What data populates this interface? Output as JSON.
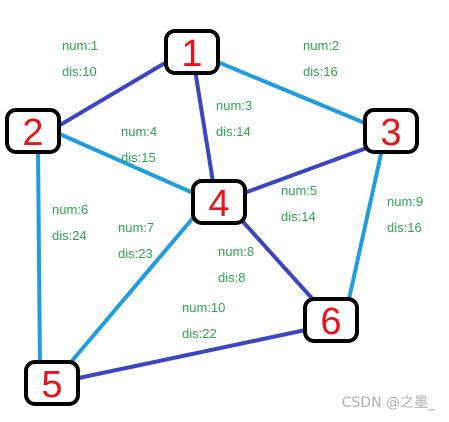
{
  "nodes": [
    {
      "id": "1",
      "label": "1"
    },
    {
      "id": "2",
      "label": "2"
    },
    {
      "id": "3",
      "label": "3"
    },
    {
      "id": "4",
      "label": "4"
    },
    {
      "id": "5",
      "label": "5"
    },
    {
      "id": "6",
      "label": "6"
    }
  ],
  "edges": [
    {
      "from": "1",
      "to": "2",
      "num": "num:1",
      "dis": "dis:10",
      "color": "#3b46c4"
    },
    {
      "from": "1",
      "to": "3",
      "num": "num:2",
      "dis": "dis:16",
      "color": "#1f9de0"
    },
    {
      "from": "1",
      "to": "4",
      "num": "num:3",
      "dis": "dis:14",
      "color": "#3b46c4"
    },
    {
      "from": "2",
      "to": "4",
      "num": "num:4",
      "dis": "dis:15",
      "color": "#1f9de0"
    },
    {
      "from": "3",
      "to": "4",
      "num": "num:5",
      "dis": "dis:14",
      "color": "#3b46c4"
    },
    {
      "from": "2",
      "to": "5",
      "num": "num:6",
      "dis": "dis:24",
      "color": "#1f9de0"
    },
    {
      "from": "4",
      "to": "5",
      "num": "num:7",
      "dis": "dis:23",
      "color": "#1f9de0"
    },
    {
      "from": "4",
      "to": "6",
      "num": "num:8",
      "dis": "dis:8",
      "color": "#3b46c4"
    },
    {
      "from": "3",
      "to": "6",
      "num": "num:9",
      "dis": "dis:16",
      "color": "#1f9de0"
    },
    {
      "from": "5",
      "to": "6",
      "num": "num:10",
      "dis": "dis:22",
      "color": "#3b46c4"
    }
  ],
  "colors": {
    "node_label": "#e8141b",
    "edge_label": "#2ea34f",
    "node_border": "#000000"
  },
  "watermark": "CSDN @之墨_"
}
